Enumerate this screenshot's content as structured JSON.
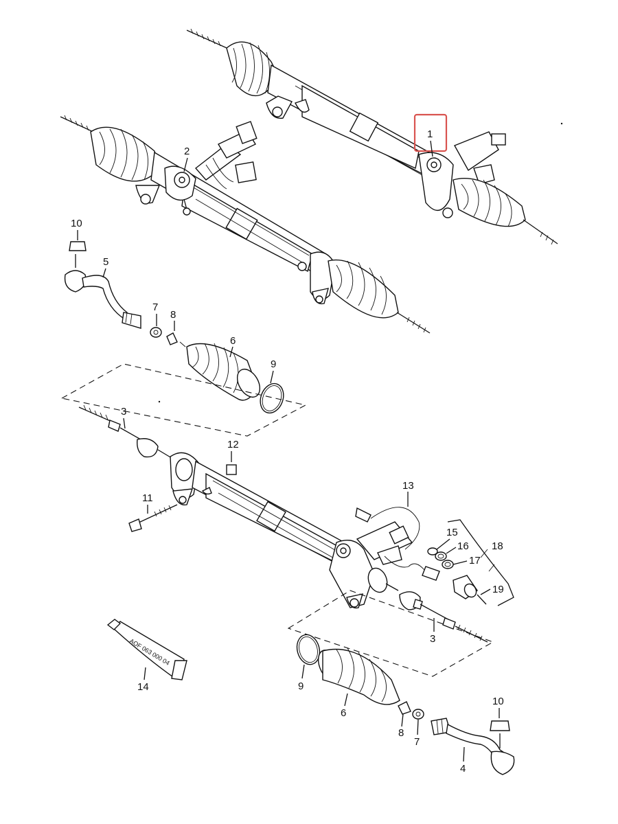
{
  "highlight_color": "#d9534f",
  "highlighted_part": "1",
  "callouts": {
    "c1": "1",
    "c2": "2",
    "c3a": "3",
    "c3b": "3",
    "c4": "4",
    "c5": "5",
    "c6a": "6",
    "c6b": "6",
    "c7a": "7",
    "c7b": "7",
    "c8a": "8",
    "c8b": "8",
    "c9a": "9",
    "c9b": "9",
    "c10a": "10",
    "c10b": "10",
    "c11": "11",
    "c12": "12",
    "c13": "13",
    "c14": "14",
    "c15": "15",
    "c16": "16",
    "c17": "17",
    "c18": "18",
    "c19": "19"
  },
  "tube_label": "AOF 063 000 04",
  "icons": [
    "steering-rack",
    "tie-rod-end",
    "boot",
    "clamp",
    "tube"
  ]
}
